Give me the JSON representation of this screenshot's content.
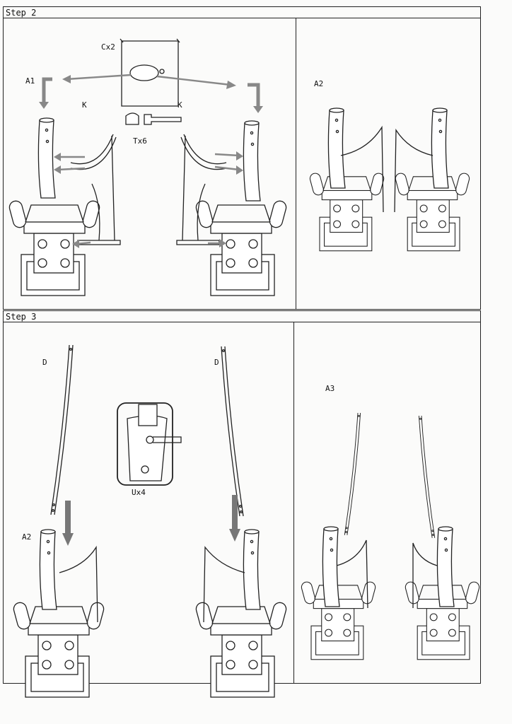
{
  "steps": [
    {
      "title": "Step 2"
    },
    {
      "title": "Step 3"
    }
  ],
  "step2": {
    "left_labels": {
      "c": "Cx2",
      "a1": "A1",
      "k_left": "K",
      "k_right": "K",
      "t": "Tx6"
    },
    "right_label": "A2"
  },
  "step3": {
    "left_labels": {
      "d_left": "D",
      "d_right": "D",
      "u": "Ux4",
      "a2": "A2"
    },
    "right_label": "A3"
  },
  "colors": {
    "line": "#222222",
    "arrow": "#888888",
    "paper": "#fbfbfa"
  }
}
